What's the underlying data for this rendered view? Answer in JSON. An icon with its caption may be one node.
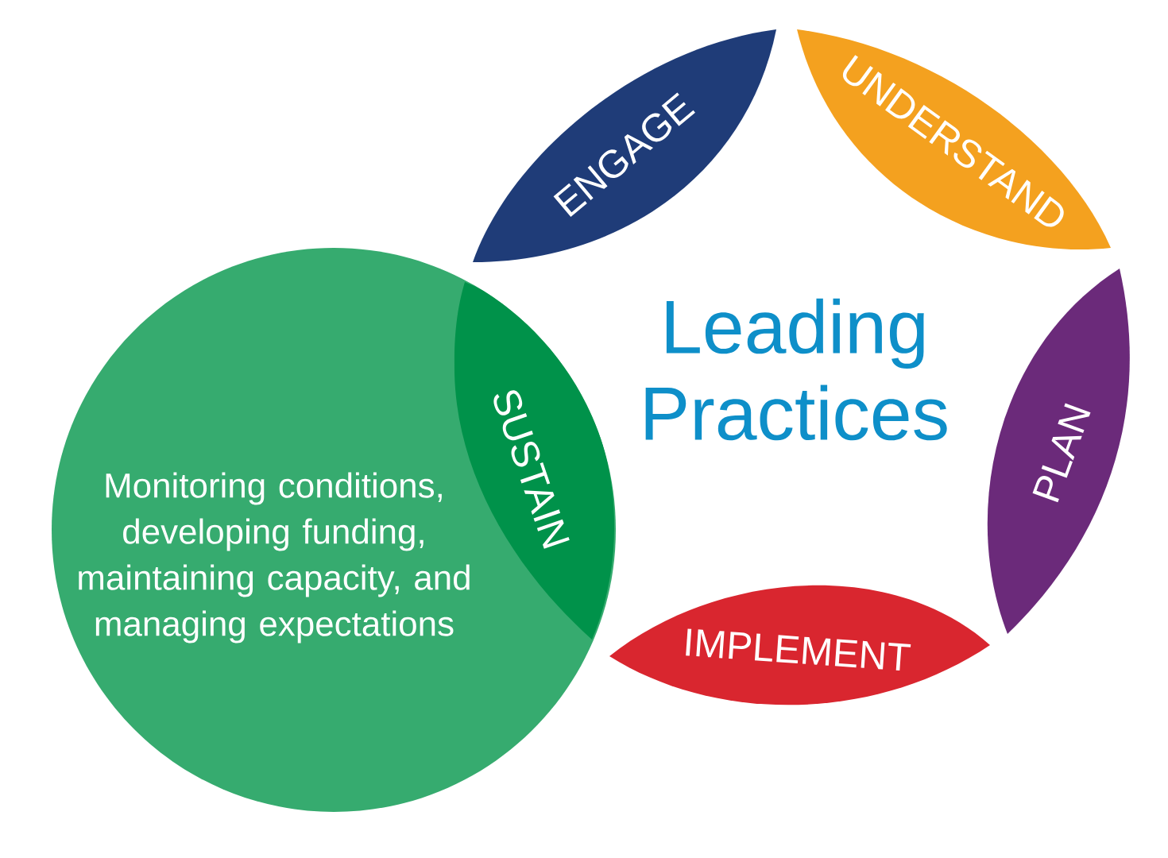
{
  "diagram": {
    "title": "Leading Practices",
    "nodes": [
      {
        "text": [
          "ENGAGE"
        ]
      },
      {
        "text": [
          "UNDERSTAND"
        ]
      },
      {
        "text": [
          "Monitoring conditions, developing funding, maintaining capacity, and managing expectations"
        ]
      },
      {
        "text": [
          "SUSTAIN"
        ],
        "in": 2
      },
      {
        "text": [
          "PLAN"
        ]
      },
      {
        "text": [
          "IMPLEMENT"
        ]
      }
    ]
  }
}
